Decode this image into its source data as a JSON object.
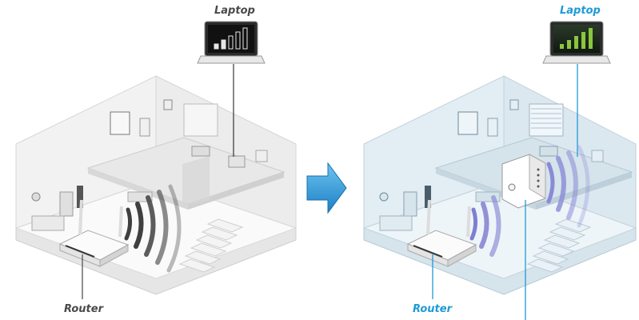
{
  "panels": {
    "before": {
      "laptop_label": "Laptop",
      "router_label": "Router",
      "laptop_signal_bars": 5,
      "laptop_signal_style": "outline"
    },
    "after": {
      "laptop_label": "Laptop",
      "router_label": "Router",
      "laptop_signal_bars": 5,
      "laptop_signal_style": "filled"
    }
  },
  "colors": {
    "before_label": "#4a4a4a",
    "after_label": "#1e9ad6",
    "before_wall": "#f2f2f2",
    "after_wall": "#e2edf4",
    "before_wave": "#3f3f3f",
    "after_wave": "#7f7fd0",
    "arrow": "#2a8fd0",
    "signal_green": "#8bc53f"
  },
  "icons": {
    "transition": "right-arrow-icon",
    "device_before": "router-icon",
    "device_after": "router-icon",
    "extender": "range-extender-icon",
    "laptop": "laptop-icon"
  }
}
